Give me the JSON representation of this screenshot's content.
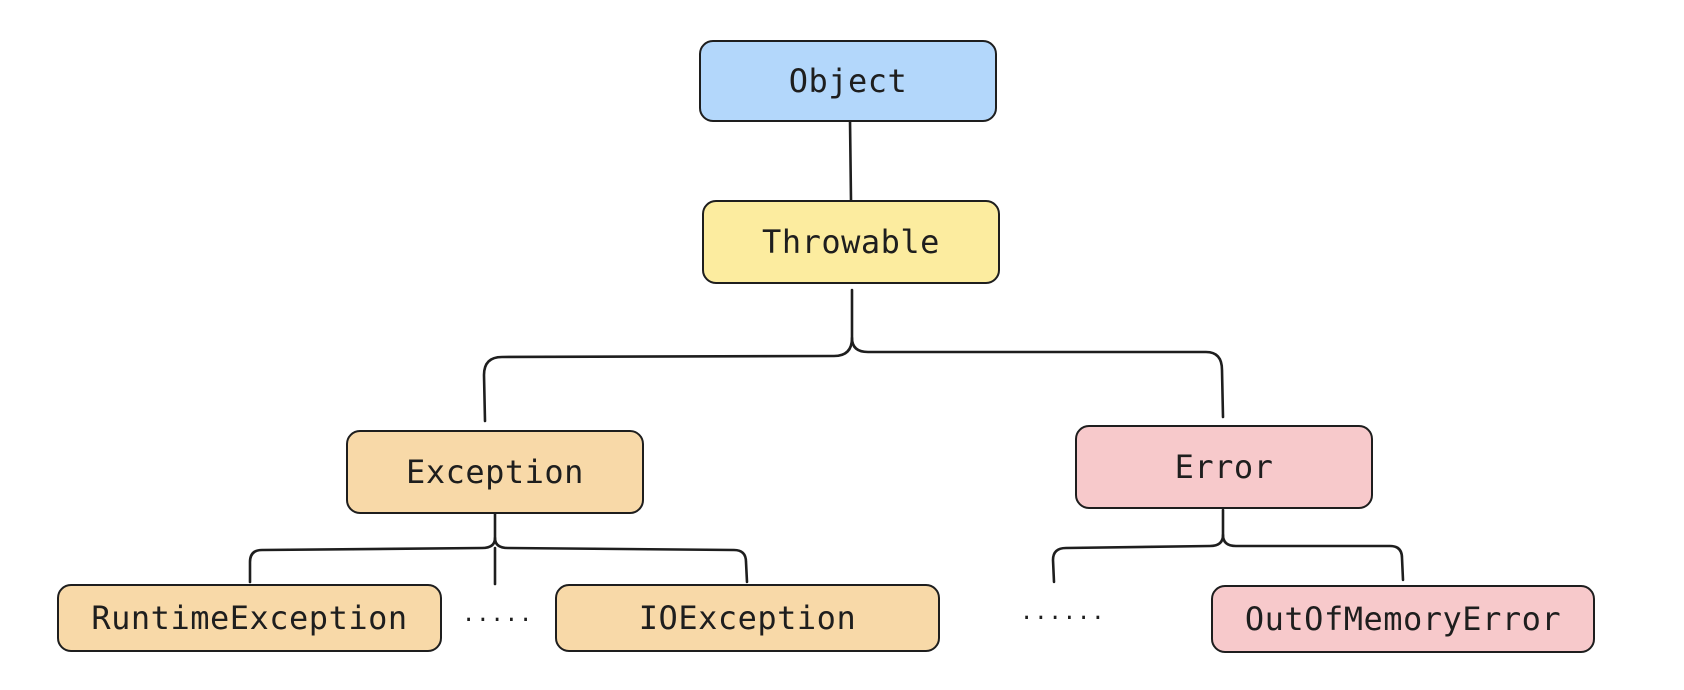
{
  "diagram": {
    "nodes": {
      "object": {
        "label": "Object",
        "color": "#b3d7fb"
      },
      "throwable": {
        "label": "Throwable",
        "color": "#fcec9f"
      },
      "exception": {
        "label": "Exception",
        "color": "#f8d9a8"
      },
      "error": {
        "label": "Error",
        "color": "#f7c9cb"
      },
      "runtime_exception": {
        "label": "RuntimeException",
        "color": "#f8d9a8"
      },
      "io_exception": {
        "label": "IOException",
        "color": "#f8d9a8"
      },
      "out_of_memory_error": {
        "label": "OutOfMemoryError",
        "color": "#f7c9cb"
      }
    },
    "ellipsis_exception": ".....",
    "ellipsis_error": "......"
  }
}
